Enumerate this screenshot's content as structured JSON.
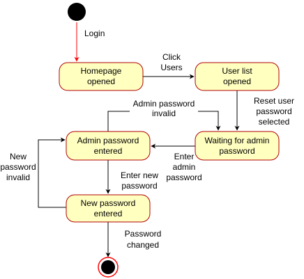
{
  "diagram": {
    "type": "state-machine",
    "colors": {
      "state_fill": "#ffffc0",
      "state_border": "#b20000",
      "initial_fill": "#000000",
      "final_ring": "#ff0000",
      "initial_edge": "#ff0000",
      "edge": "#000000"
    },
    "states": {
      "homepage": [
        "Homepage",
        "opened"
      ],
      "user_list": [
        "User list",
        "opened"
      ],
      "waiting_admin": [
        "Waiting for admin",
        "password"
      ],
      "admin_entered": [
        "Admin password",
        "entered"
      ],
      "new_password": [
        "New password",
        "entered"
      ]
    },
    "transitions": {
      "login": [
        "Login"
      ],
      "click_users": [
        "Click",
        "Users"
      ],
      "reset_selected": [
        "Reset user",
        "password",
        "selected"
      ],
      "enter_admin": [
        "Enter",
        "admin",
        "password"
      ],
      "admin_invalid": [
        "Admin password",
        "invalid"
      ],
      "enter_new": [
        "Enter new",
        "password"
      ],
      "new_invalid": [
        "New",
        "password",
        "invalid"
      ],
      "changed": [
        "Password",
        "changed"
      ]
    }
  }
}
